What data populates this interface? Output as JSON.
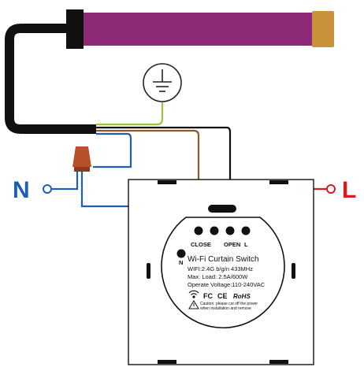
{
  "terminals": {
    "neutral_label": "N",
    "live_label": "L",
    "close_label": "CLOSE",
    "open_label": "OPEN",
    "l_label": "L",
    "n_label": "N"
  },
  "module": {
    "title": "Wi-Fi Curtain Switch",
    "spec_wifi": "WIFI:2.4G b/g/n 433MHz",
    "spec_load": "Max. Load: 2.5A/600W",
    "spec_voltage": "Operate Voltage:110-240VAC",
    "cert_fc": "FC",
    "cert_ce": "CE",
    "cert_rohs": "RoHS",
    "caution_line1": "Caution: please cut off the power",
    "caution_line2": "when installation and remove"
  },
  "icons": [
    "ground-symbol-icon",
    "wifi-icon",
    "wire-connector-icon"
  ],
  "colors": {
    "motor_body": "#8d2a78",
    "motor_cap": "#c8913a",
    "black_wire": "#111111",
    "neutral_blue": "#1e5fb4",
    "live_red": "#d61c1c",
    "earth_green": "#9cc33a",
    "brown_wire": "#8a5a2b",
    "connector_orange": "#b8502a"
  }
}
